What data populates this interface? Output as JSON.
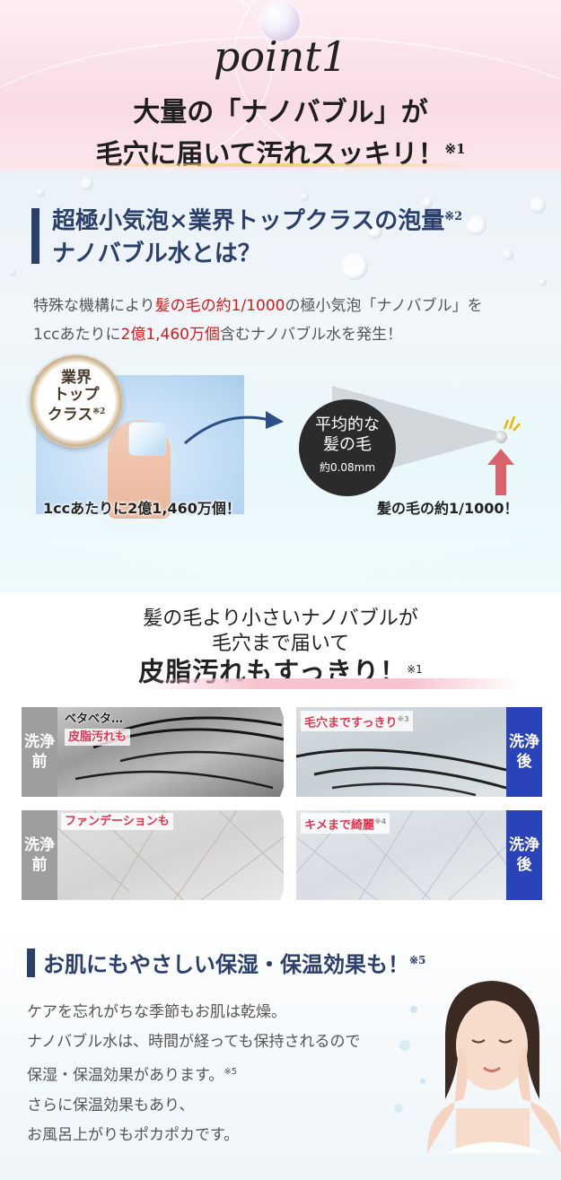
{
  "header": {
    "point_title": "point1",
    "headline_line1": "大量の「ナノバブル」が",
    "headline_line2": "毛穴に届いて汚れスッキリ！",
    "headline_note": "※1"
  },
  "nano_section": {
    "heading_line1": "超極小気泡×業界トップクラスの泡量",
    "heading_note": "※2",
    "heading_line2": "ナノバブル水とは？",
    "desc1_a": "特殊な機構により",
    "desc1_b": "髪の毛の約1/1000",
    "desc1_c": "の極小気泡「ナノバブル」を",
    "desc2_a": "1ccあたりに",
    "desc2_b": "2億1,460万個",
    "desc2_c": "含むナノバブル水を発生！",
    "seal_line1": "業界",
    "seal_line2": "トップ",
    "seal_line3": "クラス",
    "seal_note": "※2",
    "caption_left": "1ccあたりに2億1,460万個！",
    "hair_line1": "平均的な",
    "hair_line2": "髪の毛",
    "hair_line3": "約0.08mm",
    "caption_right": "髪の毛の約1/1000！"
  },
  "comparison": {
    "title_line1": "髪の毛より小さいナノバブルが",
    "title_line2": "毛穴まで届いて",
    "title_line3": "皮脂汚れもすっきり！",
    "title_note": "※1",
    "before_tag": "洗浄前",
    "after_tag": "洗浄後",
    "row1_before_a": "ベタベタ…",
    "row1_before_b": "皮脂汚れも",
    "row1_after": "毛穴まですっきり",
    "row1_after_note": "※3",
    "row2_before": "ファンデーションも",
    "row2_after": "キメまで綺麗",
    "row2_after_note": "※4"
  },
  "moisture_section": {
    "heading": "お肌にもやさしい保湿・保温効果も！",
    "heading_note": "※5",
    "line1": "ケアを忘れがちな季節もお肌は乾燥。",
    "line2": "ナノバブル水は、時間が経っても保持されるので",
    "line3": "保湿・保温効果があります。",
    "line3_note": "※5",
    "line4": "さらに保温効果もあり、",
    "line5": "お風呂上がりもポカポカです。"
  },
  "colors": {
    "navy": "#2b3f6c",
    "red": "#d21b1b",
    "after_blue": "#2a43b8",
    "before_gray": "#9e9e9e",
    "pink_label": "#e3334e"
  }
}
